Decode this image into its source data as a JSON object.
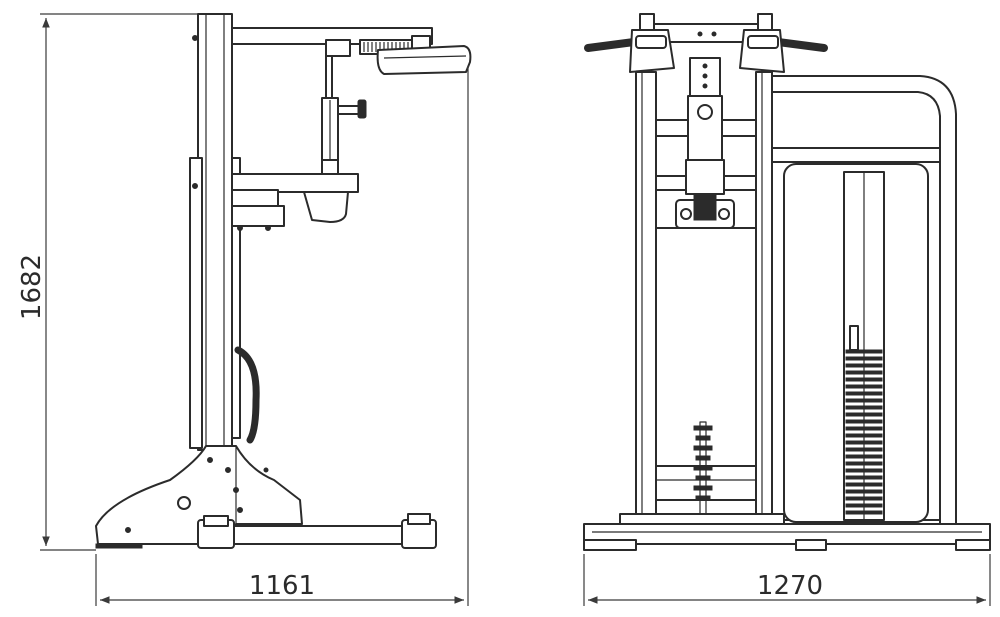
{
  "dimensions": {
    "height_label": "1682",
    "side_depth_label": "1161",
    "front_width_label": "1270"
  },
  "colors": {
    "line": "#2b2b2b",
    "background": "#ffffff"
  }
}
